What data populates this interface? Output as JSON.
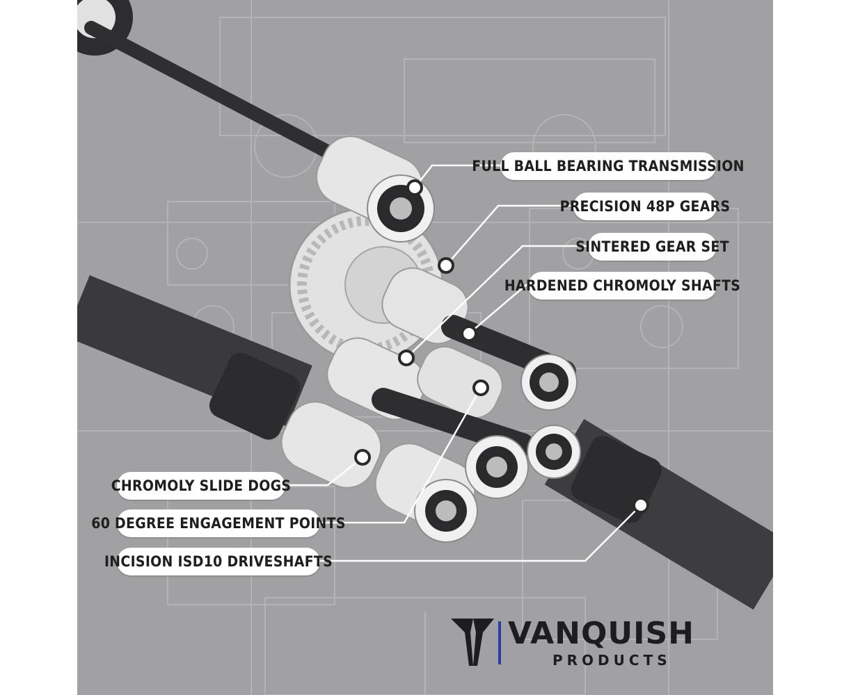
{
  "callouts": {
    "full_ball_bearing": "FULL BALL BEARING TRANSMISSION",
    "precision_gears": "PRECISION 48P GEARS",
    "sintered_gear_set": "SINTERED GEAR SET",
    "hardened_shafts": "HARDENED CHROMOLY SHAFTS",
    "slide_dogs": "CHROMOLY SLIDE DOGS",
    "engagement_points": "60 DEGREE ENGAGEMENT POINTS",
    "driveshafts": "INCISION ISD10 DRIVESHAFTS"
  },
  "brand": {
    "name": "VANQUISH",
    "sub": "PRODUCTS",
    "accent": "#2f3aa8"
  },
  "colors": {
    "background": "#a1a1a3",
    "shaft": "#3a3a3c",
    "gear": "#e6e6e6",
    "callout_bg": "#ffffff"
  }
}
